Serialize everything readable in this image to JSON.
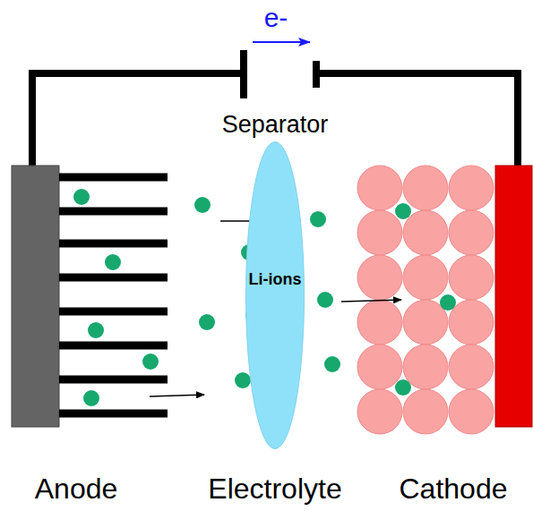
{
  "diagram": {
    "nodes": [
      {
        "text": [
          "Li-ions"
        ]
      }
    ],
    "labels": [
      "e-",
      "Separator",
      "Anode",
      "Electrolyte",
      "Cathode"
    ]
  }
}
